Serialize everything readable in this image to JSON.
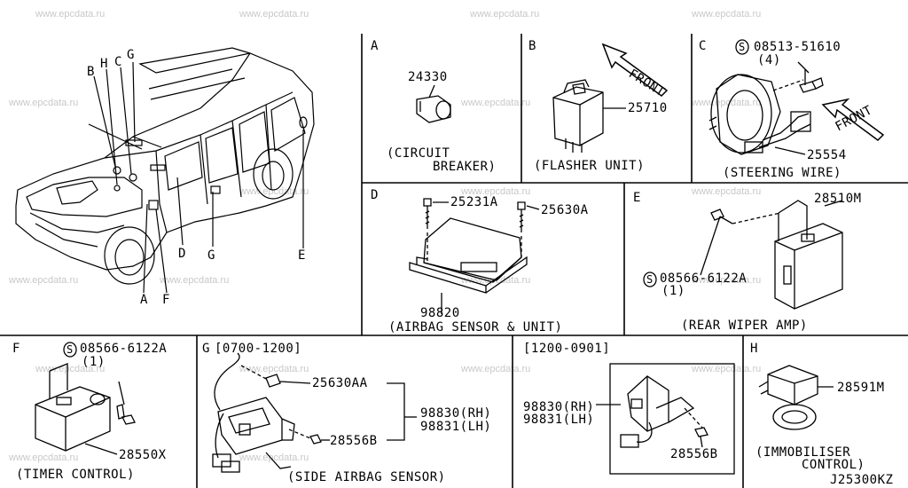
{
  "watermark": "www.epcdata.ru",
  "drawing_code": "J25300KZ",
  "overview": {
    "callouts": [
      "B",
      "H",
      "C",
      "G",
      "D",
      "G",
      "E",
      "A",
      "F"
    ]
  },
  "panels": {
    "A": {
      "letter": "A",
      "part": "24330",
      "caption1": "(CIRCUIT",
      "caption2": "BREAKER)"
    },
    "B": {
      "letter": "B",
      "part": "25710",
      "front": "FRONT",
      "caption": "(FLASHER UNIT)"
    },
    "C": {
      "letter": "C",
      "screw": "08513-51610",
      "qty": "(4)",
      "part": "25554",
      "front": "FRONT",
      "caption": "(STEERING WIRE)"
    },
    "D": {
      "letter": "D",
      "part1": "25231A",
      "part2": "25630A",
      "part3": "98820",
      "caption": "(AIRBAG SENSOR & UNIT)"
    },
    "E": {
      "letter": "E",
      "part1": "28510M",
      "screw": "08566-6122A",
      "qty": "(1)",
      "caption": "(REAR WIPER AMP)"
    },
    "F": {
      "letter": "F",
      "screw": "08566-6122A",
      "qty": "(1)",
      "part": "28550X",
      "caption": "(TIMER CONTROL)"
    },
    "G": {
      "letter": "G",
      "range1": "[0700-1200]",
      "range2": "[1200-0901]",
      "part1": "25630AA",
      "part2a": "98830(RH)",
      "part2b": "98831(LH)",
      "part3": "28556B",
      "part4a": "98830(RH)",
      "part4b": "98831(LH)",
      "part5": "28556B",
      "caption": "(SIDE AIRBAG SENSOR)"
    },
    "H": {
      "letter": "H",
      "part": "28591M",
      "caption1": "(IMMOBILISER",
      "caption2": "CONTROL)"
    }
  },
  "s_symbol": "S"
}
